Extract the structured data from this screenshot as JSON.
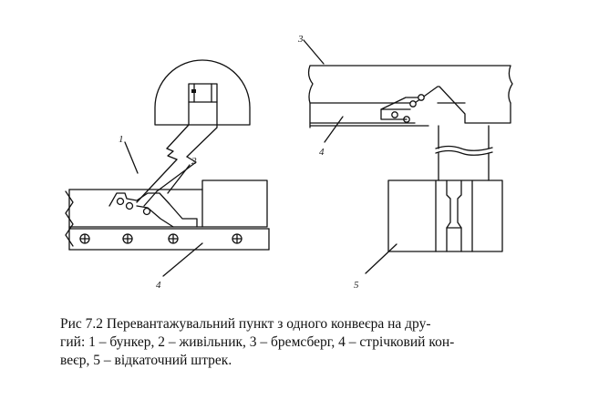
{
  "figure": {
    "labels": {
      "l1": "1",
      "l2": "2",
      "l3": "3",
      "l4a": "4",
      "l4b": "4",
      "l5": "5"
    }
  },
  "caption": {
    "line1": "Рис 7.2  Перевантажувальний пункт з одного конвеєра на дру-",
    "line2": "гий: 1 – бункер, 2 – живільник, 3 – бремсберг, 4 – стрічковий кон-",
    "line3": "веєр, 5 – відкаточний штрек."
  }
}
